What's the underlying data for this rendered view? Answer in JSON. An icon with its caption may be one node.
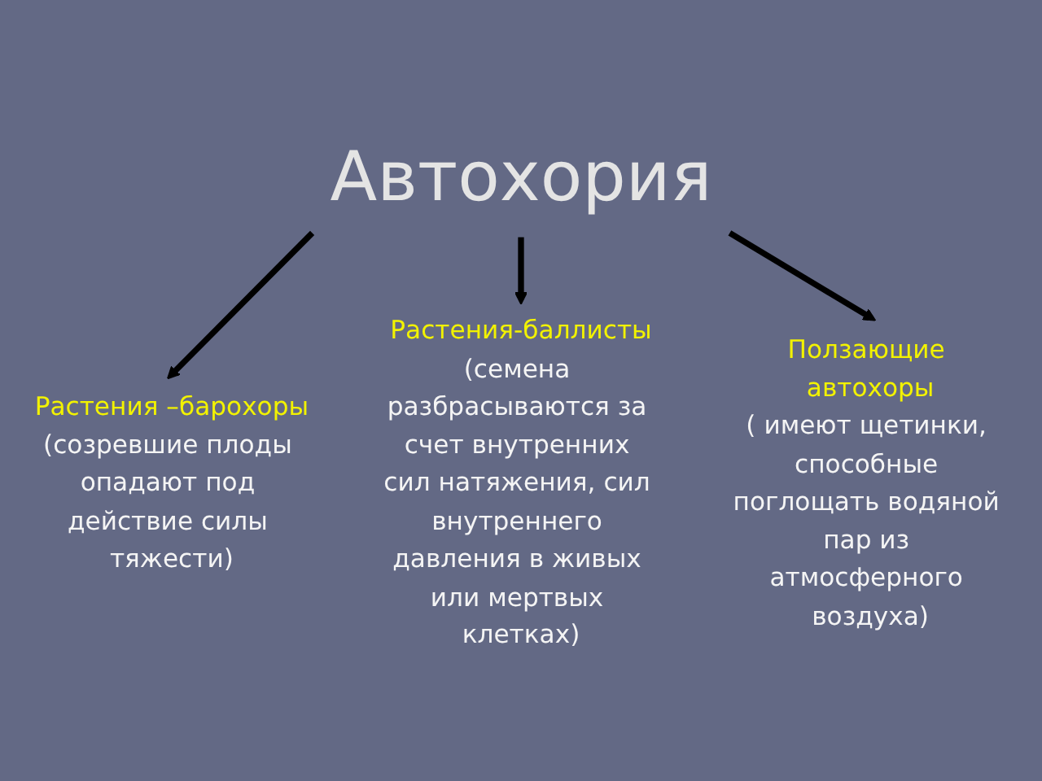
{
  "diagram": {
    "nodes": [
      {
        "text": [
          "Автохория"
        ]
      },
      {
        "text": [
          "Растения –барохоры",
          "(созревшие плоды опадают под действие силы тяжести)"
        ]
      },
      {
        "text": [
          "Растения-баллисты",
          "(семена разбрасываются за счет внутренних сил натяжения, сил внутреннего давления в живых или мертвых клетках)"
        ]
      },
      {
        "text": [
          "Ползающие автохоры",
          "( имеют щетинки, способные поглощать водяной пар из атмосферного воздуха)"
        ]
      }
    ],
    "edges": [
      {
        "from": 0,
        "to": 1,
        "arrow": "to"
      },
      {
        "from": 0,
        "to": 2,
        "arrow": "to"
      },
      {
        "from": 0,
        "to": 3,
        "arrow": "to"
      }
    ]
  }
}
